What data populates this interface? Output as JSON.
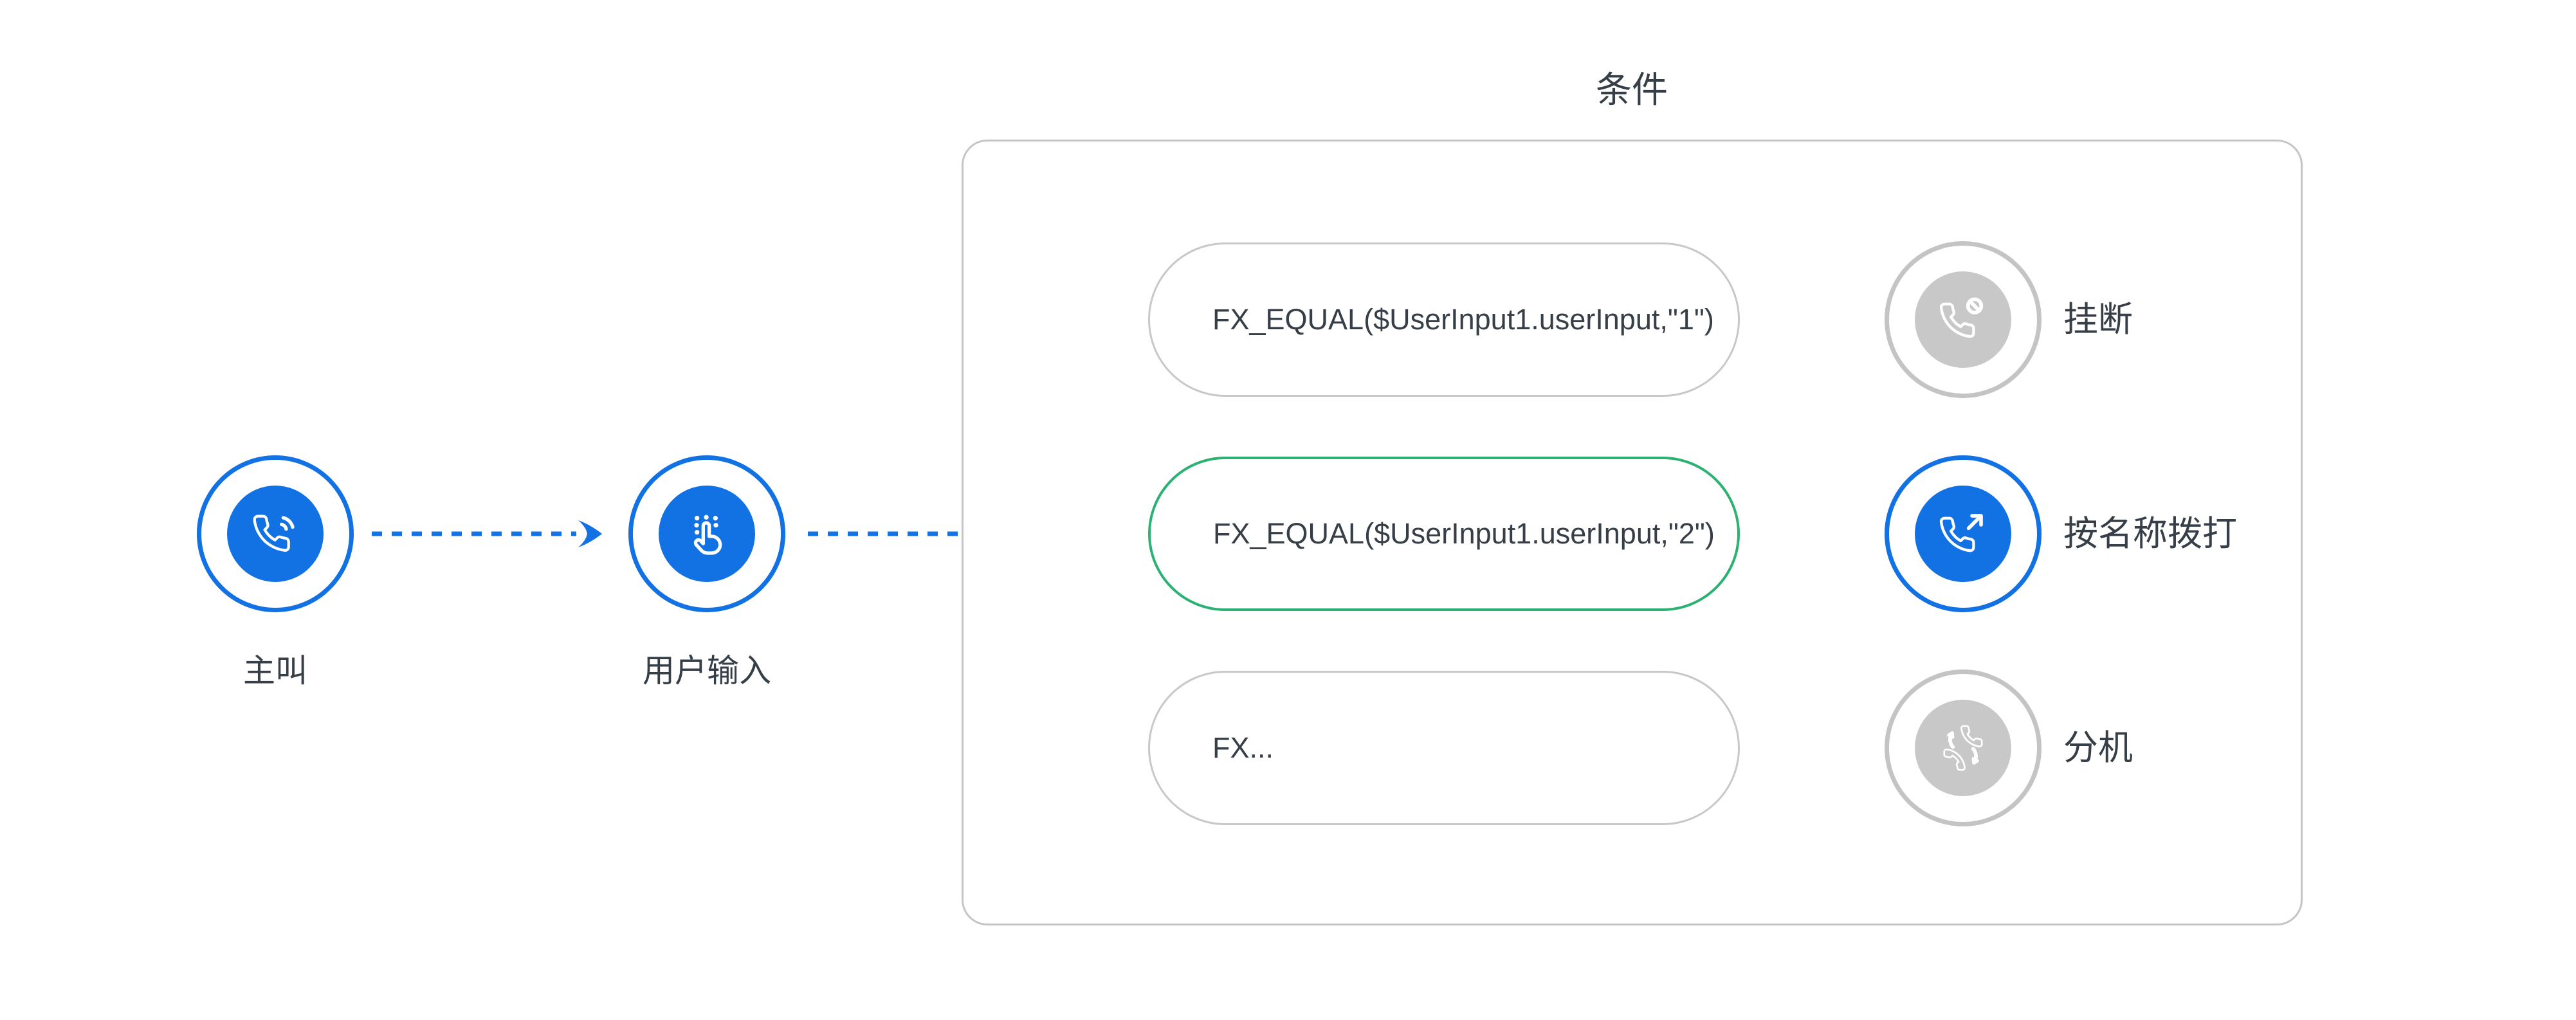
{
  "colors": {
    "accent_blue": "#1271e3",
    "active_green": "#2bb273",
    "neutral_gray": "#c8c8c8",
    "wire_gray": "#c9c9c9",
    "text_dark": "#363e47"
  },
  "flow": {
    "start_node": {
      "label": "主叫",
      "icon": "phone-call-icon"
    },
    "input_node": {
      "label": "用户输入",
      "icon": "keypad-touch-icon"
    },
    "condition_group": {
      "title": "条件",
      "branches": [
        {
          "expression": "FX_EQUAL($UserInput1.userInput,\"1\")",
          "state": "default",
          "target": {
            "label": "挂断",
            "icon": "phone-hangup-icon",
            "style": "gray"
          }
        },
        {
          "expression": "FX_EQUAL($UserInput1.userInput,\"2\")",
          "state": "selected",
          "target": {
            "label": "按名称拨打",
            "icon": "phone-outgoing-icon",
            "style": "blue"
          }
        },
        {
          "expression": "FX...",
          "state": "default",
          "target": {
            "label": "分机",
            "icon": "phone-transfer-icon",
            "style": "gray"
          }
        }
      ]
    }
  }
}
